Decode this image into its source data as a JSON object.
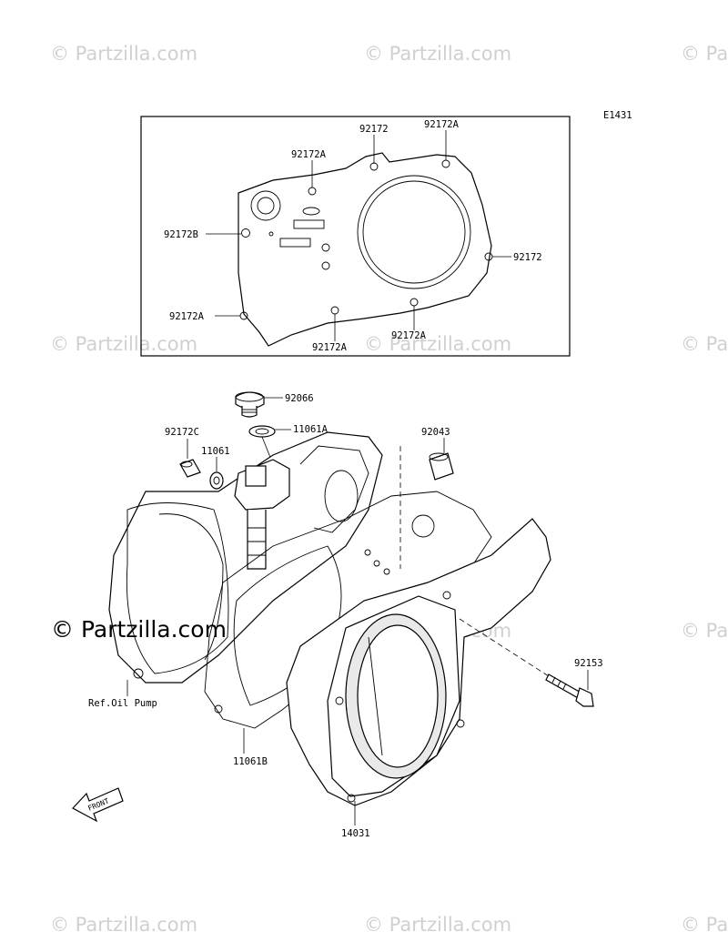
{
  "diagram_code": "E1431",
  "callouts": {
    "box_92172_top": "92172",
    "box_92172A_top": "92172A",
    "box_92172A_upper_left": "92172A",
    "box_92172B": "92172B",
    "box_92172_right": "92172",
    "box_92172A_left": "92172A",
    "box_92172A_bottom_mid": "92172A",
    "box_92172A_bottom_right": "92172A",
    "p92066": "92066",
    "p11061A": "11061A",
    "p92172C": "92172C",
    "p11061": "11061",
    "p92043": "92043",
    "p92153": "92153",
    "p11061B": "11061B",
    "p14031": "14031",
    "ref_oil_pump": "Ref.Oil Pump",
    "front_arrow": "FRONT"
  },
  "watermarks": {
    "light": "© Partzilla.com",
    "bold": "© Partzilla.com"
  }
}
